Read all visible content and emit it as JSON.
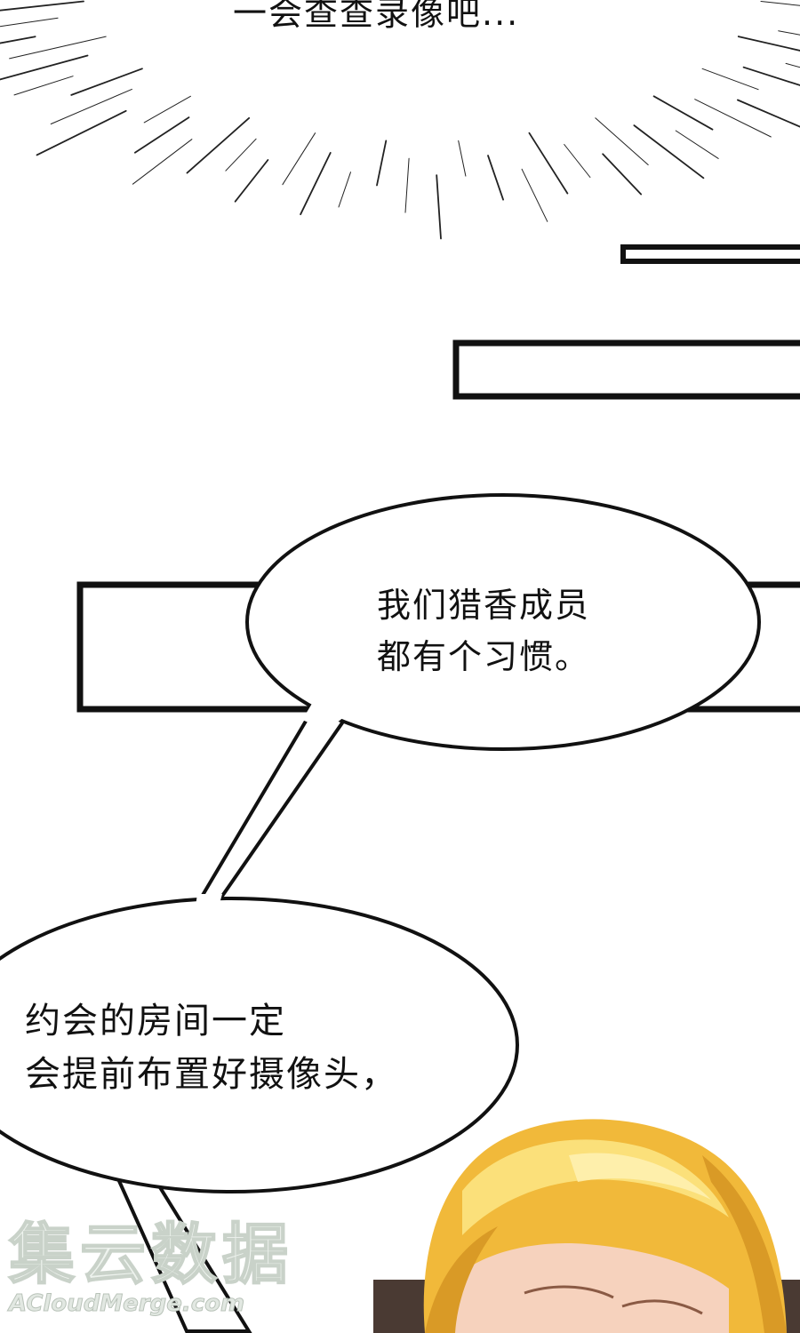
{
  "top_caption": "一会查查录像吧...",
  "bubble_upper": {
    "line1": "我们猎香成员",
    "line2": "都有个习惯。"
  },
  "bubble_lower": {
    "line1": "约会的房间一定",
    "line2": "会提前布置好摄像头，"
  },
  "watermark": {
    "chinese": "集云数据",
    "english": "ACloudMerge.com"
  },
  "colors": {
    "ink": "#111111",
    "hair": "#f1b93a",
    "hair_highlight": "#fbe07a",
    "skin": "#f6d2bd",
    "floor": "#4a3a33"
  }
}
